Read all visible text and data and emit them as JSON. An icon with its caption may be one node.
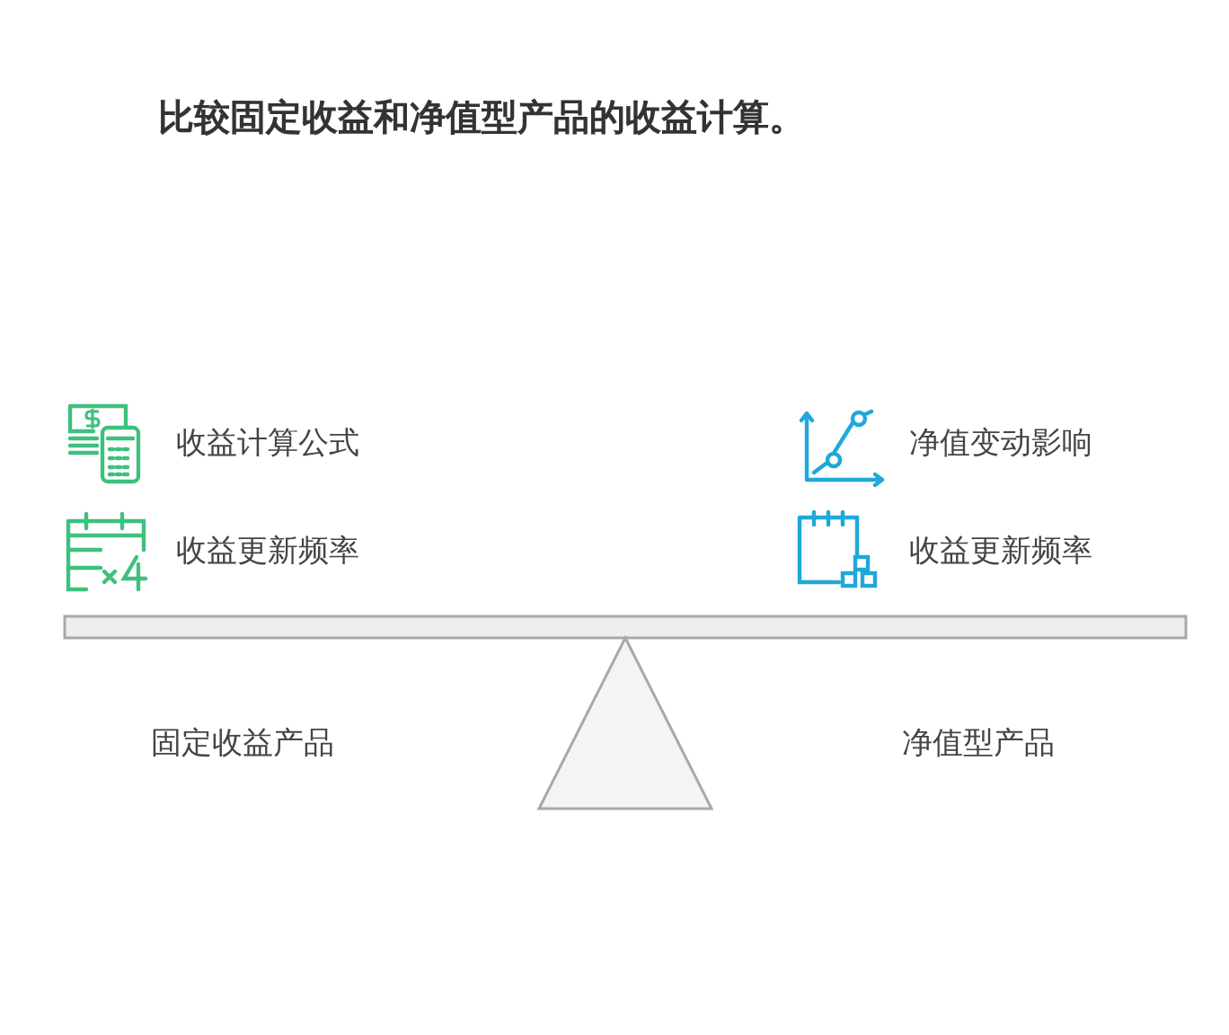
{
  "diagram": {
    "title": "比较固定收益和净值型产品的收益计算。",
    "labels": [
      "收益计算公式",
      "收益更新频率",
      "净值变动影响",
      "收益更新频率",
      "固定收益产品",
      "净值型产品"
    ]
  }
}
